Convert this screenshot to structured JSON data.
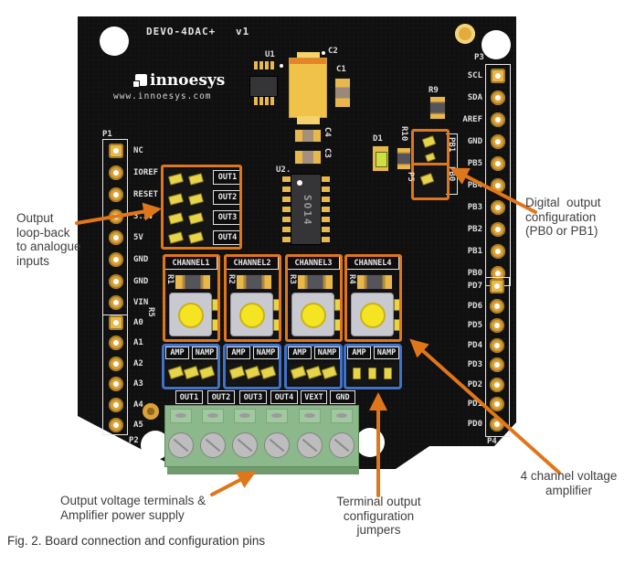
{
  "colors": {
    "accent_orange": "#e0761a",
    "highlight_blue": "#3f72c8",
    "board_black": "#101010",
    "pad_gold": "#e3aa3c",
    "terminal_green": "#8cb98c"
  },
  "board": {
    "title": "DEVO-4DAC+",
    "version": "v1",
    "logo": {
      "name": "innoesys",
      "url": "www.innoesys.com"
    },
    "headers": {
      "p1": {
        "label": "P1",
        "pins": [
          "NC",
          "IOREF",
          "RESET",
          "3.3V",
          "5V",
          "GND",
          "GND",
          "VIN"
        ]
      },
      "p2": {
        "label": "P2",
        "pins": [
          "A0",
          "A1",
          "A2",
          "A3",
          "A4",
          "A5"
        ]
      },
      "p3": {
        "label": "P3",
        "pins": [
          "SCL",
          "SDA",
          "AREF",
          "GND",
          "PB5",
          "PB4",
          "PB3",
          "PB2",
          "PB1",
          "PB0"
        ]
      },
      "p4": {
        "label": "P4",
        "pins": [
          "PD7",
          "PD6",
          "PD5",
          "PD4",
          "PD3",
          "PD2",
          "PD1",
          "PD0"
        ]
      }
    },
    "refs": {
      "u1": "U1",
      "c1": "C1",
      "c2": "C2",
      "c3": "C3",
      "c4": "C4",
      "u2": "U2.",
      "u2_marking": "SO14",
      "d1": "D1",
      "r9": "R9",
      "r10": "R10",
      "r5": "R5",
      "p5": "P5"
    },
    "loopback_jumpers": [
      "OUT1",
      "OUT2",
      "OUT3",
      "OUT4"
    ],
    "digital_jumpers": [
      "PB1",
      "PB0"
    ],
    "channels": [
      {
        "label": "CHANNEL1",
        "ref": "R1"
      },
      {
        "label": "CHANNEL2",
        "ref": "R2"
      },
      {
        "label": "CHANNEL3",
        "ref": "R3"
      },
      {
        "label": "CHANNEL4",
        "ref": "R4"
      }
    ],
    "amp_jumper": {
      "amp": "AMP",
      "namp": "NAMP"
    },
    "terminals": [
      "OUT1",
      "OUT2",
      "OUT3",
      "OUT4",
      "VEXT",
      "GND"
    ]
  },
  "annotations": {
    "loopback": "Output\nloop-back\nto analogue\ninputs",
    "digital": "Digital  output\nconfiguration\n(PB0 or PB1)",
    "four_channel": "4 channel voltage\namplifier",
    "terminal_jumpers": "Terminal output\nconfiguration\njumpers",
    "output_voltage": "Output voltage terminals &\nAmplifier power supply"
  },
  "caption": "Fig. 2. Board connection and configuration pins"
}
